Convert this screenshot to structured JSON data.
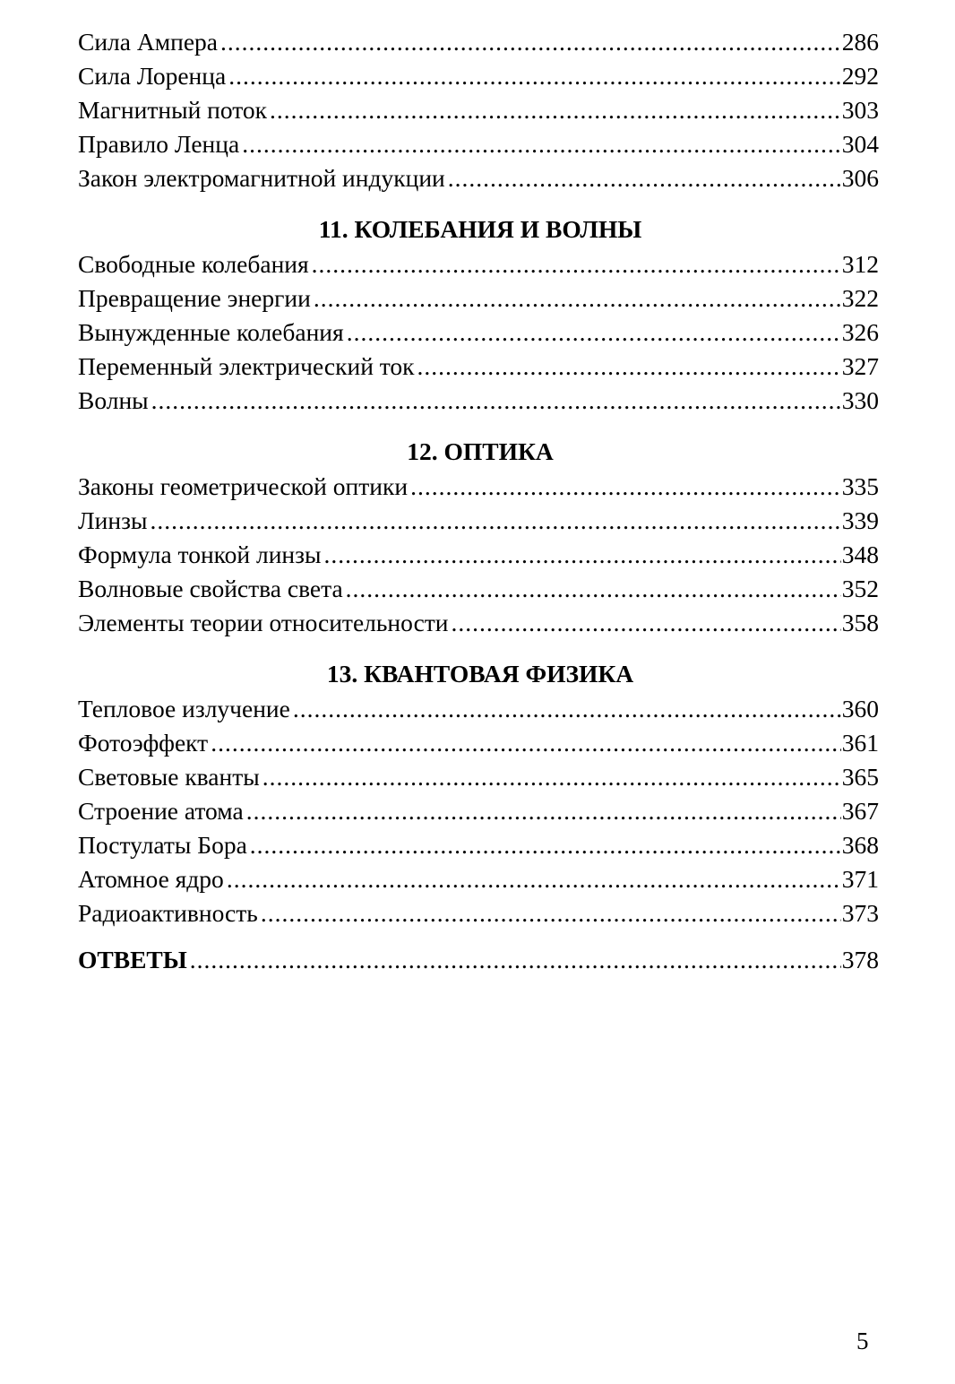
{
  "sections": [
    {
      "heading": "",
      "entries": [
        {
          "title": "Сила Ампера",
          "page": "286"
        },
        {
          "title": "Сила Лоренца",
          "page": "292"
        },
        {
          "title": "Магнитный поток",
          "page": "303"
        },
        {
          "title": "Правило Ленца",
          "page": "304"
        },
        {
          "title": "Закон электромагнитной индукции",
          "page": "306"
        }
      ]
    },
    {
      "heading": "11. КОЛЕБАНИЯ И ВОЛНЫ",
      "entries": [
        {
          "title": "Свободные колебания",
          "page": "312"
        },
        {
          "title": "Превращение энергии",
          "page": "322"
        },
        {
          "title": "Вынужденные колебания",
          "page": "326"
        },
        {
          "title": "Переменный электрический ток",
          "page": "327"
        },
        {
          "title": "Волны",
          "page": "330"
        }
      ]
    },
    {
      "heading": "12. ОПТИКА",
      "entries": [
        {
          "title": "Законы геометрической оптики",
          "page": "335"
        },
        {
          "title": "Линзы",
          "page": "339"
        },
        {
          "title": "Формула тонкой линзы",
          "page": "348"
        },
        {
          "title": "Волновые свойства света",
          "page": "352"
        },
        {
          "title": "Элементы теории относительности",
          "page": "358"
        }
      ]
    },
    {
      "heading": "13. КВАНТОВАЯ ФИЗИКА",
      "entries": [
        {
          "title": "Тепловое излучение",
          "page": "360"
        },
        {
          "title": "Фотоэффект",
          "page": "361"
        },
        {
          "title": "Световые кванты",
          "page": "365"
        },
        {
          "title": "Строение атома",
          "page": "367"
        },
        {
          "title": "Постулаты Бора",
          "page": "368"
        },
        {
          "title": "Атомное ядро",
          "page": "371"
        },
        {
          "title": "Радиоактивность",
          "page": "373"
        }
      ]
    }
  ],
  "answers": {
    "title": "ОТВЕТЫ",
    "page": "378"
  },
  "page_number": "5"
}
